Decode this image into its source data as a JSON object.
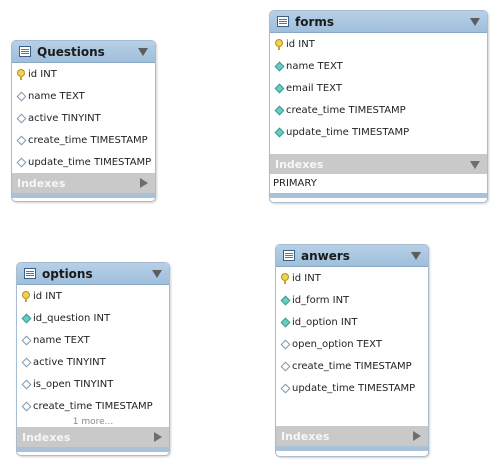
{
  "tables": {
    "questions": {
      "name": "Questions",
      "columns": [
        {
          "label": "id INT",
          "kind": "pk"
        },
        {
          "label": "name TEXT",
          "kind": "column"
        },
        {
          "label": "active TINYINT",
          "kind": "column"
        },
        {
          "label": "create_time TIMESTAMP",
          "kind": "column"
        },
        {
          "label": "update_time TIMESTAMP",
          "kind": "column"
        }
      ],
      "indexes_label": "Indexes"
    },
    "forms": {
      "name": "forms",
      "columns": [
        {
          "label": "id INT",
          "kind": "pk"
        },
        {
          "label": "name TEXT",
          "kind": "column-fk"
        },
        {
          "label": "email TEXT",
          "kind": "column-fk"
        },
        {
          "label": "create_time TIMESTAMP",
          "kind": "column-fk"
        },
        {
          "label": "update_time TIMESTAMP",
          "kind": "column-fk"
        }
      ],
      "indexes_label": "Indexes",
      "indexes": [
        "PRIMARY"
      ]
    },
    "options": {
      "name": "options",
      "columns": [
        {
          "label": "id INT",
          "kind": "pk"
        },
        {
          "label": "id_question INT",
          "kind": "fk"
        },
        {
          "label": "name TEXT",
          "kind": "column"
        },
        {
          "label": "active TINYINT",
          "kind": "column"
        },
        {
          "label": "is_open TINYINT",
          "kind": "column"
        },
        {
          "label": "create_time TIMESTAMP",
          "kind": "column"
        }
      ],
      "more_label": "1 more...",
      "indexes_label": "Indexes"
    },
    "anwers": {
      "name": "anwers",
      "columns": [
        {
          "label": "id INT",
          "kind": "pk"
        },
        {
          "label": "id_form INT",
          "kind": "fk"
        },
        {
          "label": "id_option INT",
          "kind": "fk"
        },
        {
          "label": "open_option TEXT",
          "kind": "column"
        },
        {
          "label": "create_time TIMESTAMP",
          "kind": "column"
        },
        {
          "label": "update_time TIMESTAMP",
          "kind": "column"
        }
      ],
      "indexes_label": "Indexes"
    }
  },
  "colors": {
    "header": "#a9c5e0",
    "indexes_bar": "#c9c9c9",
    "fk_marker": "#6ccac4",
    "pk_marker": "#f0d150"
  }
}
